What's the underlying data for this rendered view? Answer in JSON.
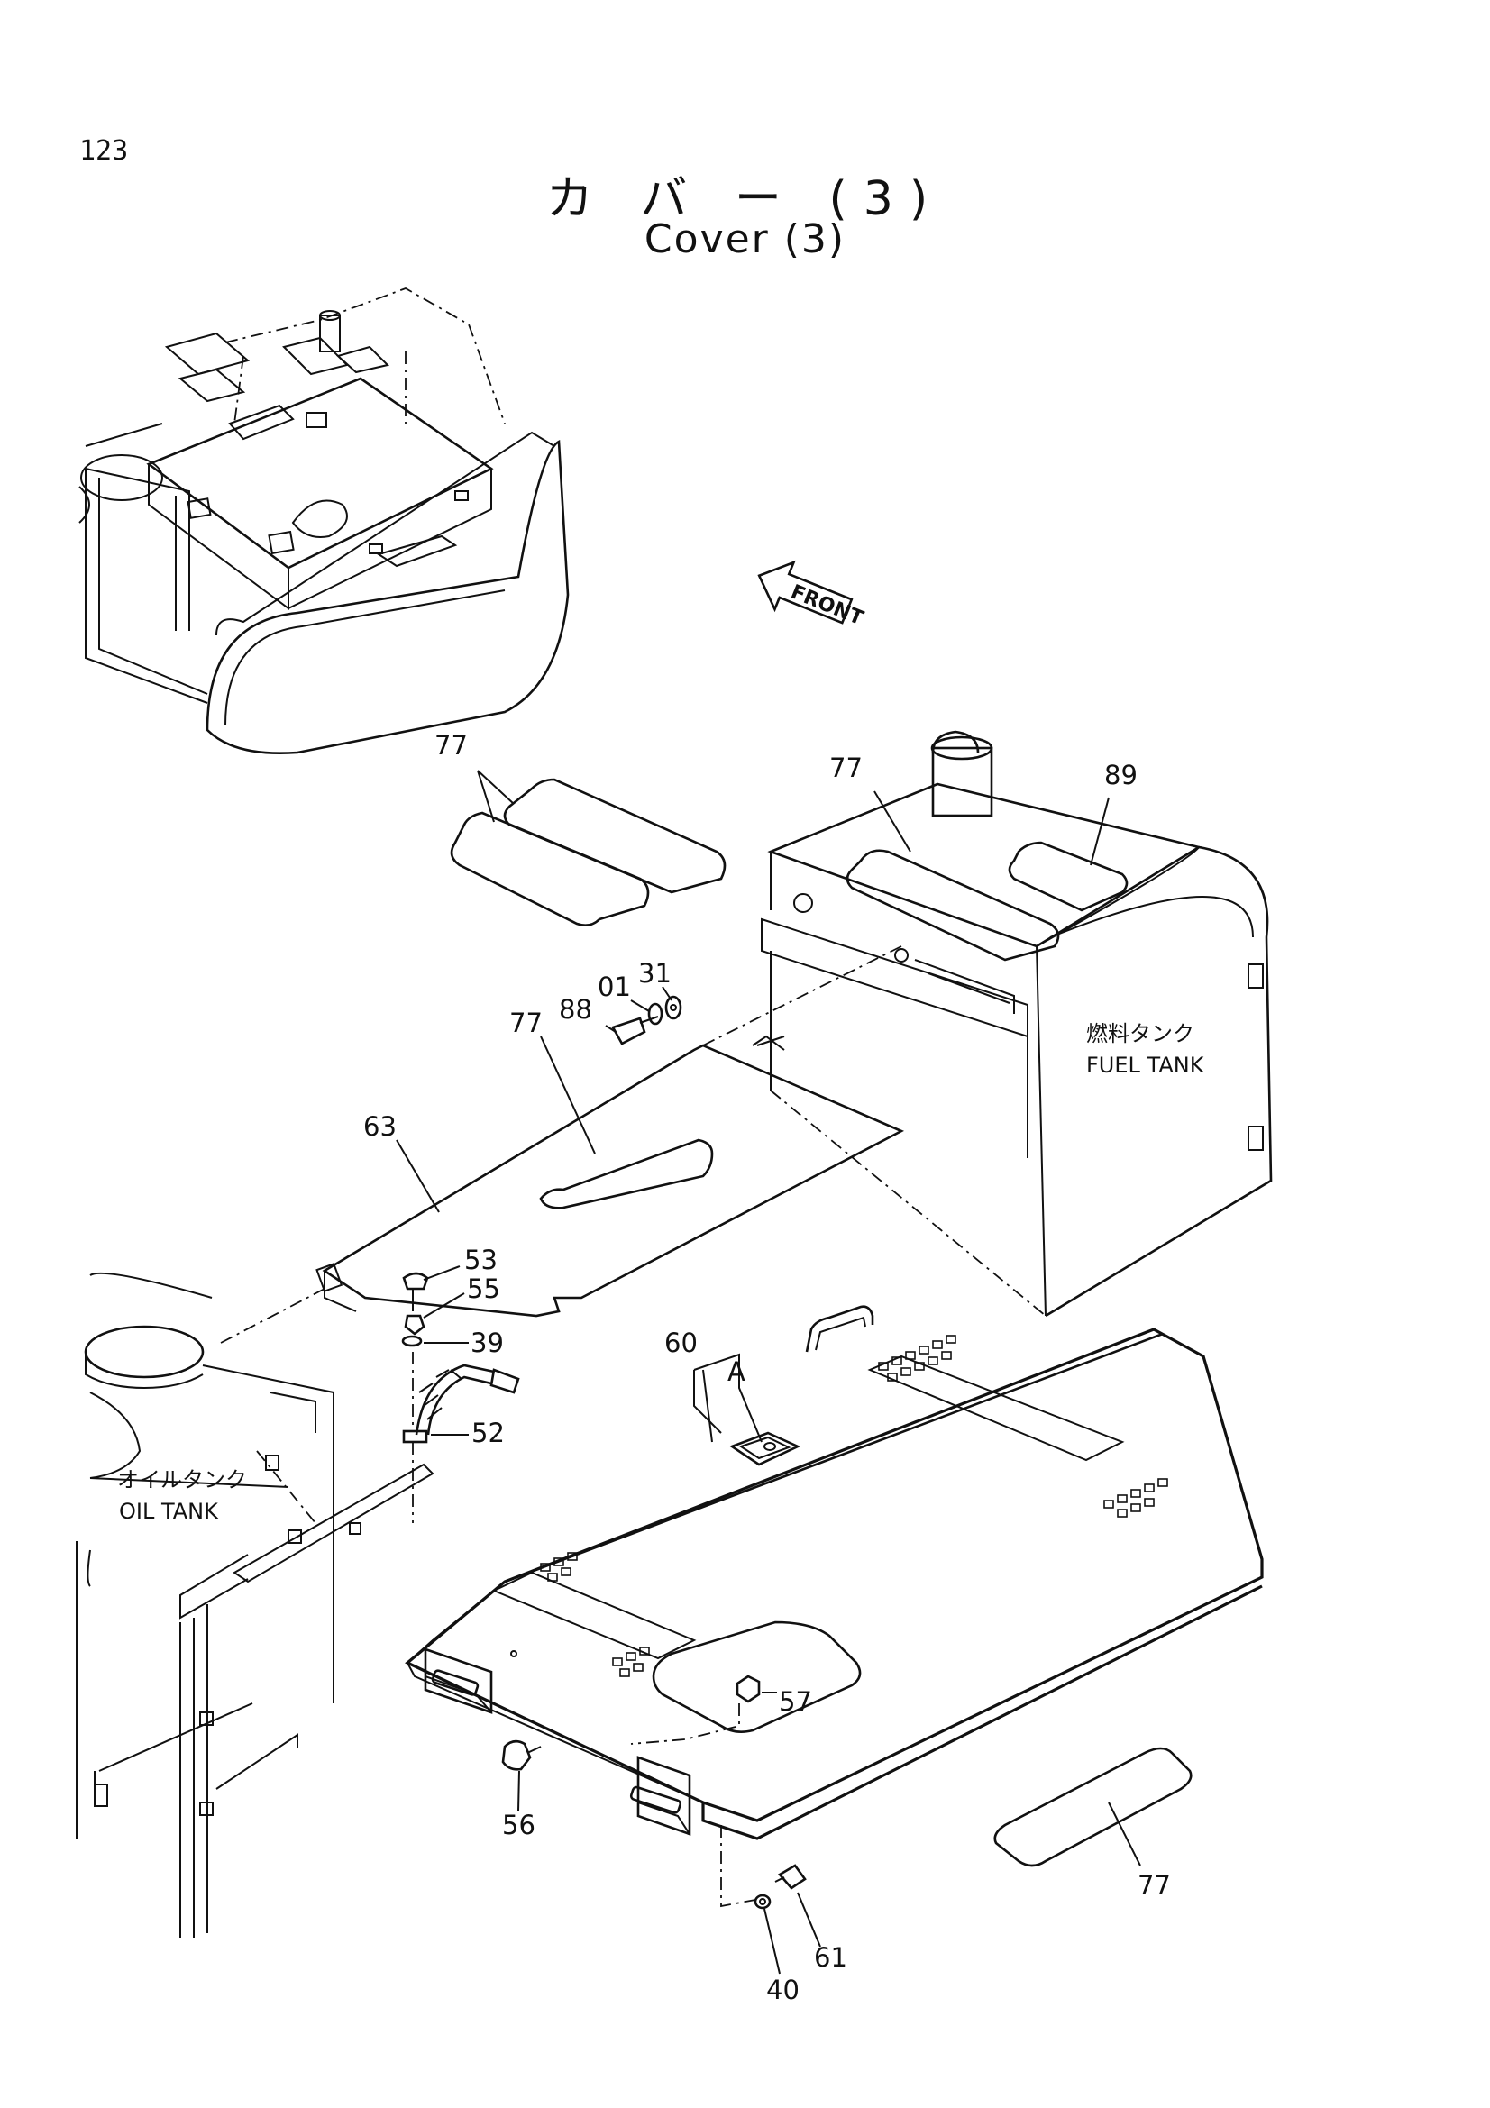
{
  "page": {
    "number": "123"
  },
  "title": {
    "japanese": "カ バ ー (3)",
    "english": "Cover (3)"
  },
  "direction_marker": {
    "label": "FRONT",
    "icon": "front-arrow-icon"
  },
  "assemblies": {
    "fuel_tank": {
      "label_jp": "燃料タンク",
      "label_en": "FUEL TANK"
    },
    "oil_tank": {
      "label_jp": "オイルタンク",
      "label_en": "OIL TANK"
    }
  },
  "detail_marker": "A",
  "callouts": [
    {
      "part": "77"
    },
    {
      "part": "77"
    },
    {
      "part": "89"
    },
    {
      "part": "31"
    },
    {
      "part": "01"
    },
    {
      "part": "88"
    },
    {
      "part": "77"
    },
    {
      "part": "63"
    },
    {
      "part": "53"
    },
    {
      "part": "55"
    },
    {
      "part": "39"
    },
    {
      "part": "52"
    },
    {
      "part": "60"
    },
    {
      "part": "57"
    },
    {
      "part": "56"
    },
    {
      "part": "77"
    },
    {
      "part": "61"
    },
    {
      "part": "40"
    }
  ]
}
